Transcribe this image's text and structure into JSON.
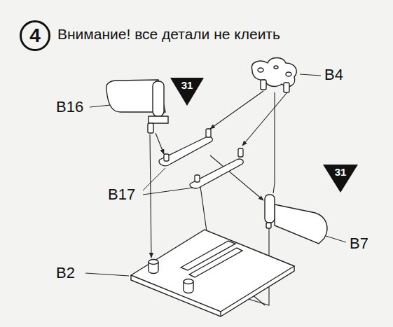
{
  "diagram": {
    "title": "Внимание! все детали не клеить",
    "nodes": [
      {
        "text": [
          "4"
        ]
      },
      {
        "text": [
          "31"
        ]
      },
      {
        "text": [
          "31"
        ]
      }
    ],
    "labels": [
      "B16",
      "B4",
      "B17",
      "B7",
      "B2"
    ]
  }
}
